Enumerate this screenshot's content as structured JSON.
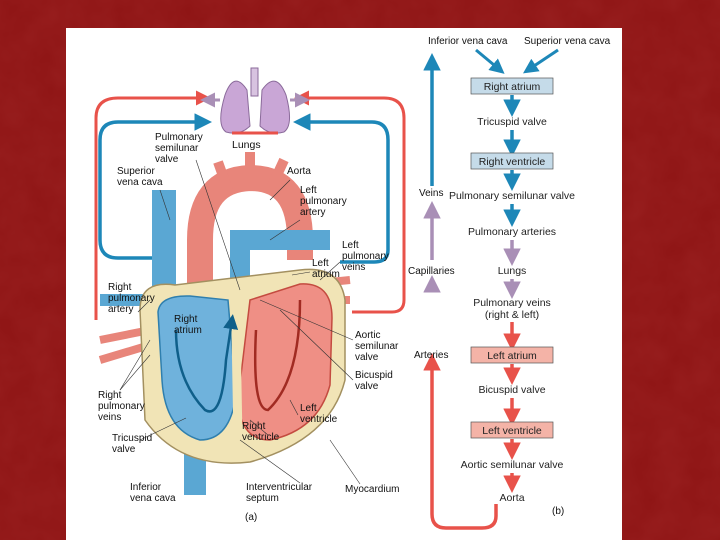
{
  "colors": {
    "background": "#8e1414",
    "panel": "#ffffff",
    "oxygen_rich": "#e8524a",
    "oxygen_poor": "#1d87b8",
    "box_blue": "#c5dbe9",
    "box_red": "#f4b3a7",
    "myocardium": "#f1e4b6",
    "lungs": "#c9a6d6"
  },
  "panel_a": {
    "part_label": "(a)",
    "labels": {
      "lungs": "Lungs",
      "pulmonary_semilunar_valve": [
        "Pulmonary",
        "semilunar",
        "valve"
      ],
      "aorta": "Aorta",
      "superior_vena_cava": [
        "Superior",
        "vena cava"
      ],
      "left_pulmonary_artery": [
        "Left",
        "pulmonary",
        "artery"
      ],
      "left_pulmonary_veins": [
        "Left",
        "pulmonary",
        "veins"
      ],
      "left_atrium": [
        "Left",
        "atrium"
      ],
      "right_pulmonary_artery": [
        "Right",
        "pulmonary",
        "artery"
      ],
      "right_atrium": [
        "Right",
        "atrium"
      ],
      "aortic_semilunar_valve": [
        "Aortic",
        "semilunar",
        "valve"
      ],
      "bicuspid_valve": [
        "Bicuspid",
        "valve"
      ],
      "right_pulmonary_veins": [
        "Right",
        "pulmonary",
        "veins"
      ],
      "left_ventricle": [
        "Left",
        "ventricle"
      ],
      "right_ventricle": [
        "Right",
        "ventricle"
      ],
      "tricuspid_valve": [
        "Tricuspid",
        "valve"
      ],
      "inferior_vena_cava": [
        "Inferior",
        "vena cava"
      ],
      "interventricular_septum": [
        "Interventricular",
        "septum"
      ],
      "myocardium": "Myocardium"
    }
  },
  "panel_b": {
    "part_label": "(b)",
    "inferior_vena_cava": "Inferior vena cava",
    "superior_vena_cava": "Superior vena cava",
    "steps": [
      {
        "text": "Right atrium",
        "boxed": true,
        "tone": "blue"
      },
      {
        "text": "Tricuspid valve",
        "boxed": false,
        "tone": "blue"
      },
      {
        "text": "Right ventricle",
        "boxed": true,
        "tone": "blue"
      },
      {
        "text": "Pulmonary semilunar valve",
        "boxed": false,
        "tone": "blue"
      },
      {
        "text": "Pulmonary arteries",
        "boxed": false,
        "tone": "blue"
      },
      {
        "text": "Lungs",
        "boxed": false,
        "tone": "mixed"
      },
      {
        "text": "Pulmonary veins",
        "text2": "(right & left)",
        "boxed": false,
        "tone": "red"
      },
      {
        "text": "Left atrium",
        "boxed": true,
        "tone": "red"
      },
      {
        "text": "Bicuspid valve",
        "boxed": false,
        "tone": "red"
      },
      {
        "text": "Left ventricle",
        "boxed": true,
        "tone": "red"
      },
      {
        "text": "Aortic semilunar valve",
        "boxed": false,
        "tone": "red"
      },
      {
        "text": "Aorta",
        "boxed": false,
        "tone": "red"
      }
    ],
    "side_labels": {
      "veins": "Veins",
      "capillaries": "Capillaries",
      "arteries": "Arteries"
    }
  }
}
